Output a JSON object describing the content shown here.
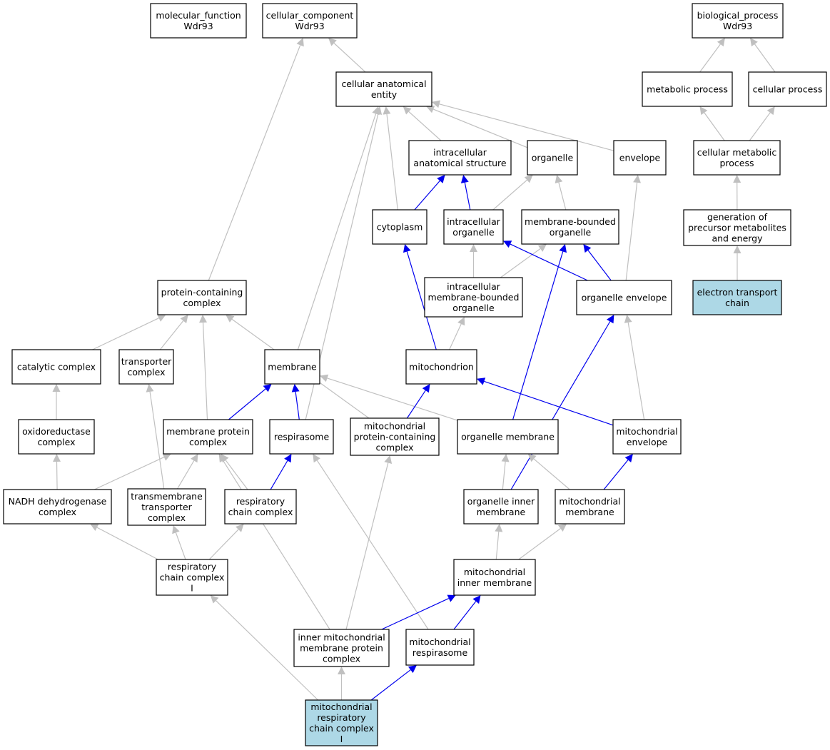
{
  "nodes": [
    {
      "id": "molecular_function",
      "lines": [
        "molecular_function",
        "Wdr93"
      ]
    },
    {
      "id": "cellular_component",
      "lines": [
        "cellular_component",
        "Wdr93"
      ]
    },
    {
      "id": "biological_process",
      "lines": [
        "biological_process",
        "Wdr93"
      ]
    },
    {
      "id": "cellular_anatomical_entity",
      "lines": [
        "cellular anatomical",
        "entity"
      ]
    },
    {
      "id": "metabolic_process",
      "lines": [
        "metabolic process"
      ]
    },
    {
      "id": "cellular_process",
      "lines": [
        "cellular process"
      ]
    },
    {
      "id": "intracellular_anatomical_structure",
      "lines": [
        "intracellular",
        "anatomical structure"
      ]
    },
    {
      "id": "organelle",
      "lines": [
        "organelle"
      ]
    },
    {
      "id": "envelope",
      "lines": [
        "envelope"
      ]
    },
    {
      "id": "cellular_metabolic_process",
      "lines": [
        "cellular metabolic",
        "process"
      ]
    },
    {
      "id": "cytoplasm",
      "lines": [
        "cytoplasm"
      ]
    },
    {
      "id": "intracellular_organelle",
      "lines": [
        "intracellular",
        "organelle"
      ]
    },
    {
      "id": "membrane_bounded_organelle",
      "lines": [
        "membrane-bounded",
        "organelle"
      ]
    },
    {
      "id": "generation_of_precursor",
      "lines": [
        "generation of",
        "precursor metabolites",
        "and energy"
      ]
    },
    {
      "id": "protein_containing_complex",
      "lines": [
        "protein-containing",
        "complex"
      ]
    },
    {
      "id": "intracellular_membrane_bounded_organelle",
      "lines": [
        "intracellular",
        "membrane-bounded",
        "organelle"
      ]
    },
    {
      "id": "organelle_envelope",
      "lines": [
        "organelle envelope"
      ]
    },
    {
      "id": "electron_transport_chain",
      "lines": [
        "electron transport",
        "chain"
      ],
      "highlight": true
    },
    {
      "id": "catalytic_complex",
      "lines": [
        "catalytic complex"
      ]
    },
    {
      "id": "transporter_complex",
      "lines": [
        "transporter",
        "complex"
      ]
    },
    {
      "id": "membrane",
      "lines": [
        "membrane"
      ]
    },
    {
      "id": "mitochondrion",
      "lines": [
        "mitochondrion"
      ]
    },
    {
      "id": "oxidoreductase_complex",
      "lines": [
        "oxidoreductase",
        "complex"
      ]
    },
    {
      "id": "membrane_protein_complex",
      "lines": [
        "membrane protein",
        "complex"
      ]
    },
    {
      "id": "respirasome",
      "lines": [
        "respirasome"
      ]
    },
    {
      "id": "mitochondrial_protein_containing_complex",
      "lines": [
        "mitochondrial",
        "protein-containing",
        "complex"
      ]
    },
    {
      "id": "organelle_membrane",
      "lines": [
        "organelle membrane"
      ]
    },
    {
      "id": "mitochondrial_envelope",
      "lines": [
        "mitochondrial",
        "envelope"
      ]
    },
    {
      "id": "nadh_dehydrogenase_complex",
      "lines": [
        "NADH dehydrogenase",
        "complex"
      ]
    },
    {
      "id": "transmembrane_transporter_complex",
      "lines": [
        "transmembrane",
        "transporter",
        "complex"
      ]
    },
    {
      "id": "respiratory_chain_complex",
      "lines": [
        "respiratory",
        "chain complex"
      ]
    },
    {
      "id": "organelle_inner_membrane",
      "lines": [
        "organelle inner",
        "membrane"
      ]
    },
    {
      "id": "mitochondrial_membrane",
      "lines": [
        "mitochondrial",
        "membrane"
      ]
    },
    {
      "id": "respiratory_chain_complex_i",
      "lines": [
        "respiratory",
        "chain complex",
        "I"
      ]
    },
    {
      "id": "mitochondrial_inner_membrane",
      "lines": [
        "mitochondrial",
        "inner membrane"
      ]
    },
    {
      "id": "inner_mitochondrial_membrane_protein_complex",
      "lines": [
        "inner mitochondrial",
        "membrane protein",
        "complex"
      ]
    },
    {
      "id": "mitochondrial_respirasome",
      "lines": [
        "mitochondrial",
        "respirasome"
      ]
    },
    {
      "id": "mitochondrial_respiratory_chain_complex_i",
      "lines": [
        "mitochondrial",
        "respiratory",
        "chain complex",
        "I"
      ],
      "highlight": true
    }
  ],
  "edges": [
    {
      "from": "cellular_anatomical_entity",
      "to": "cellular_component",
      "relation": "is_a"
    },
    {
      "from": "protein_containing_complex",
      "to": "cellular_component",
      "relation": "is_a"
    },
    {
      "from": "metabolic_process",
      "to": "biological_process",
      "relation": "is_a"
    },
    {
      "from": "cellular_process",
      "to": "biological_process",
      "relation": "is_a"
    },
    {
      "from": "intracellular_anatomical_structure",
      "to": "cellular_anatomical_entity",
      "relation": "is_a"
    },
    {
      "from": "organelle",
      "to": "cellular_anatomical_entity",
      "relation": "is_a"
    },
    {
      "from": "envelope",
      "to": "cellular_anatomical_entity",
      "relation": "is_a"
    },
    {
      "from": "cytoplasm",
      "to": "cellular_anatomical_entity",
      "relation": "is_a"
    },
    {
      "from": "membrane",
      "to": "cellular_anatomical_entity",
      "relation": "is_a"
    },
    {
      "from": "respirasome",
      "to": "cellular_anatomical_entity",
      "relation": "is_a"
    },
    {
      "from": "cellular_metabolic_process",
      "to": "metabolic_process",
      "relation": "is_a"
    },
    {
      "from": "cellular_metabolic_process",
      "to": "cellular_process",
      "relation": "is_a"
    },
    {
      "from": "cytoplasm",
      "to": "intracellular_anatomical_structure",
      "relation": "part_of"
    },
    {
      "from": "intracellular_organelle",
      "to": "intracellular_anatomical_structure",
      "relation": "part_of"
    },
    {
      "from": "intracellular_organelle",
      "to": "organelle",
      "relation": "is_a"
    },
    {
      "from": "membrane_bounded_organelle",
      "to": "organelle",
      "relation": "is_a"
    },
    {
      "from": "generation_of_precursor",
      "to": "cellular_metabolic_process",
      "relation": "is_a"
    },
    {
      "from": "intracellular_membrane_bounded_organelle",
      "to": "intracellular_organelle",
      "relation": "is_a"
    },
    {
      "from": "intracellular_membrane_bounded_organelle",
      "to": "membrane_bounded_organelle",
      "relation": "is_a"
    },
    {
      "from": "organelle_envelope",
      "to": "intracellular_organelle",
      "relation": "part_of"
    },
    {
      "from": "organelle_envelope",
      "to": "membrane_bounded_organelle",
      "relation": "part_of"
    },
    {
      "from": "organelle_envelope",
      "to": "envelope",
      "relation": "is_a"
    },
    {
      "from": "electron_transport_chain",
      "to": "generation_of_precursor",
      "relation": "is_a"
    },
    {
      "from": "mitochondrion",
      "to": "cytoplasm",
      "relation": "part_of"
    },
    {
      "from": "mitochondrion",
      "to": "intracellular_membrane_bounded_organelle",
      "relation": "is_a"
    },
    {
      "from": "organelle_membrane",
      "to": "membrane_bounded_organelle",
      "relation": "part_of"
    },
    {
      "from": "catalytic_complex",
      "to": "protein_containing_complex",
      "relation": "is_a"
    },
    {
      "from": "transporter_complex",
      "to": "protein_containing_complex",
      "relation": "is_a"
    },
    {
      "from": "membrane_protein_complex",
      "to": "protein_containing_complex",
      "relation": "is_a"
    },
    {
      "from": "mitochondrial_protein_containing_complex",
      "to": "protein_containing_complex",
      "relation": "is_a"
    },
    {
      "from": "oxidoreductase_complex",
      "to": "catalytic_complex",
      "relation": "is_a"
    },
    {
      "from": "transmembrane_transporter_complex",
      "to": "transporter_complex",
      "relation": "is_a"
    },
    {
      "from": "membrane_protein_complex",
      "to": "membrane",
      "relation": "part_of"
    },
    {
      "from": "respirasome",
      "to": "membrane",
      "relation": "part_of"
    },
    {
      "from": "organelle_membrane",
      "to": "membrane",
      "relation": "is_a"
    },
    {
      "from": "mitochondrial_protein_containing_complex",
      "to": "mitochondrion",
      "relation": "part_of"
    },
    {
      "from": "mitochondrial_envelope",
      "to": "mitochondrion",
      "relation": "part_of"
    },
    {
      "from": "mitochondrial_envelope",
      "to": "organelle_envelope",
      "relation": "is_a"
    },
    {
      "from": "organelle_inner_membrane",
      "to": "organelle_envelope",
      "relation": "part_of"
    },
    {
      "from": "nadh_dehydrogenase_complex",
      "to": "oxidoreductase_complex",
      "relation": "is_a"
    },
    {
      "from": "nadh_dehydrogenase_complex",
      "to": "membrane_protein_complex",
      "relation": "is_a"
    },
    {
      "from": "transmembrane_transporter_complex",
      "to": "membrane_protein_complex",
      "relation": "is_a"
    },
    {
      "from": "respiratory_chain_complex",
      "to": "membrane_protein_complex",
      "relation": "is_a"
    },
    {
      "from": "inner_mitochondrial_membrane_protein_complex",
      "to": "membrane_protein_complex",
      "relation": "is_a"
    },
    {
      "from": "respiratory_chain_complex",
      "to": "respirasome",
      "relation": "part_of"
    },
    {
      "from": "mitochondrial_respirasome",
      "to": "respirasome",
      "relation": "is_a"
    },
    {
      "from": "inner_mitochondrial_membrane_protein_complex",
      "to": "mitochondrial_protein_containing_complex",
      "relation": "is_a"
    },
    {
      "from": "organelle_inner_membrane",
      "to": "organelle_membrane",
      "relation": "is_a"
    },
    {
      "from": "mitochondrial_membrane",
      "to": "organelle_membrane",
      "relation": "is_a"
    },
    {
      "from": "mitochondrial_membrane",
      "to": "mitochondrial_envelope",
      "relation": "part_of"
    },
    {
      "from": "respiratory_chain_complex_i",
      "to": "nadh_dehydrogenase_complex",
      "relation": "is_a"
    },
    {
      "from": "respiratory_chain_complex_i",
      "to": "transmembrane_transporter_complex",
      "relation": "is_a"
    },
    {
      "from": "respiratory_chain_complex_i",
      "to": "respiratory_chain_complex",
      "relation": "is_a"
    },
    {
      "from": "mitochondrial_inner_membrane",
      "to": "organelle_inner_membrane",
      "relation": "is_a"
    },
    {
      "from": "mitochondrial_inner_membrane",
      "to": "mitochondrial_membrane",
      "relation": "is_a"
    },
    {
      "from": "inner_mitochondrial_membrane_protein_complex",
      "to": "mitochondrial_inner_membrane",
      "relation": "part_of"
    },
    {
      "from": "mitochondrial_respirasome",
      "to": "mitochondrial_inner_membrane",
      "relation": "part_of"
    },
    {
      "from": "mitochondrial_respiratory_chain_complex_i",
      "to": "respiratory_chain_complex_i",
      "relation": "is_a"
    },
    {
      "from": "mitochondrial_respiratory_chain_complex_i",
      "to": "inner_mitochondrial_membrane_protein_complex",
      "relation": "is_a"
    },
    {
      "from": "mitochondrial_respiratory_chain_complex_i",
      "to": "mitochondrial_respirasome",
      "relation": "part_of"
    }
  ]
}
